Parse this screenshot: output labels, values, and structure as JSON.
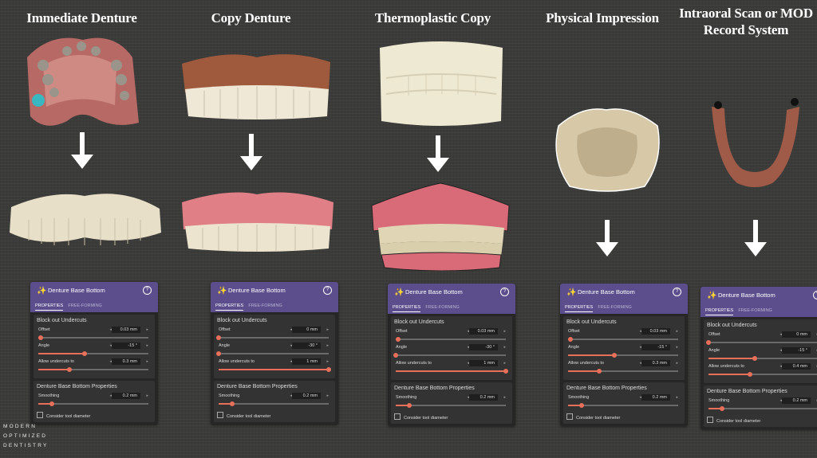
{
  "columns": [
    {
      "title": "Immediate Denture",
      "panel": {
        "title": "Denture Base Bottom",
        "tab1": "PROPERTIES",
        "tab2": "FREE-FORMING",
        "sec1": "Block out Undercuts",
        "sec2": "Denture Base Bottom Properties",
        "rows": [
          {
            "label": "Offset",
            "value": "0.03 mm",
            "level": 0.02
          },
          {
            "label": "Angle",
            "value": "-15 °",
            "level": 0.42
          },
          {
            "label": "Allow undercuts to",
            "value": "0.3 mm",
            "level": 0.28
          },
          {
            "label": "Smoothing",
            "value": "0.2 mm",
            "level": 0.12
          }
        ],
        "check": "Consider tool diameter"
      }
    },
    {
      "title": "Copy Denture",
      "panel": {
        "title": "Denture Base Bottom",
        "tab1": "PROPERTIES",
        "tab2": "FREE-FORMING",
        "sec1": "Block out Undercuts",
        "sec2": "Denture Base Bottom Properties",
        "rows": [
          {
            "label": "Offset",
            "value": "0 mm",
            "level": 0.0
          },
          {
            "label": "Angle",
            "value": "-30 °",
            "level": 0.0
          },
          {
            "label": "Allow undercuts to",
            "value": "1 mm",
            "level": 1.0
          },
          {
            "label": "Smoothing",
            "value": "0.2 mm",
            "level": 0.12
          }
        ],
        "check": "Consider tool diameter"
      }
    },
    {
      "title": "Thermoplastic Copy",
      "panel": {
        "title": "Denture Base Bottom",
        "tab1": "PROPERTIES",
        "tab2": "FREE-FORMING",
        "sec1": "Block out Undercuts",
        "sec2": "Denture Base Bottom Properties",
        "rows": [
          {
            "label": "Offset",
            "value": "0.03 mm",
            "level": 0.02
          },
          {
            "label": "Angle",
            "value": "-30 °",
            "level": 0.0
          },
          {
            "label": "Allow undercuts to",
            "value": "1 mm",
            "level": 1.0
          },
          {
            "label": "Smoothing",
            "value": "0.2 mm",
            "level": 0.12
          }
        ],
        "check": "Consider tool diameter"
      }
    },
    {
      "title": "Physical Impression",
      "panel": {
        "title": "Denture Base Bottom",
        "tab1": "PROPERTIES",
        "tab2": "FREE-FORMING",
        "sec1": "Block out Undercuts",
        "sec2": "Denture Base Bottom Properties",
        "rows": [
          {
            "label": "Offset",
            "value": "0.03 mm",
            "level": 0.02
          },
          {
            "label": "Angle",
            "value": "-15 °",
            "level": 0.42
          },
          {
            "label": "Allow undercuts to",
            "value": "0.3 mm",
            "level": 0.28
          },
          {
            "label": "Smoothing",
            "value": "0.2 mm",
            "level": 0.12
          }
        ],
        "check": "Consider tool diameter"
      }
    },
    {
      "title_line1": "Intraoral Scan or MOD",
      "title_line2": "Record System",
      "panel": {
        "title": "Denture Base Bottom",
        "tab1": "PROPERTIES",
        "tab2": "FREE-FORMING",
        "sec1": "Block out Undercuts",
        "sec2": "Denture Base Bottom Properties",
        "rows": [
          {
            "label": "Offset",
            "value": "0 mm",
            "level": 0.0
          },
          {
            "label": "Angle",
            "value": "-15 °",
            "level": 0.42
          },
          {
            "label": "Allow undercuts to",
            "value": "0.4 mm",
            "level": 0.38
          },
          {
            "label": "Smoothing",
            "value": "0.2 mm",
            "level": 0.12
          }
        ],
        "check": "Consider tool diameter"
      }
    }
  ],
  "logo": {
    "line1": "MODERN",
    "line2": "OPTIMIZED",
    "line3": "DENTISTRY"
  },
  "colors": {
    "background": "#3b3b39",
    "panel_header": "#5c4e8c",
    "slider": "#e8705a",
    "gum": "#e07f86",
    "tooth": "#ece4cf"
  }
}
